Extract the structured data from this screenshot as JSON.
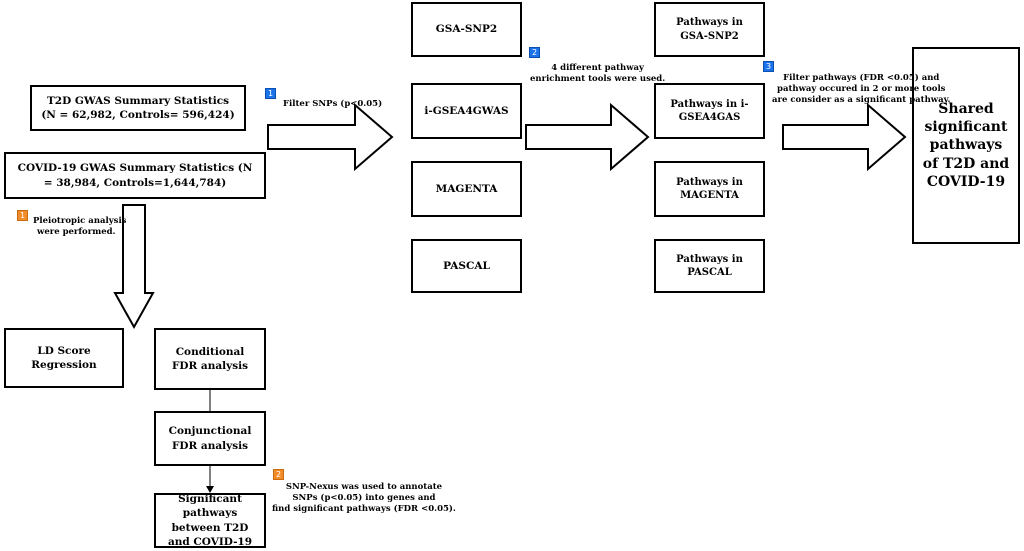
{
  "boxes": {
    "t2d": "T2D GWAS Summary Statistics (N = 62,982, Controls= 596,424)",
    "covid": "COVID-19 GWAS Summary Statistics (N = 38,984, Controls=1,644,784)",
    "gsa_snp2": "GSA-SNP2",
    "igsea": "i-GSEA4GWAS",
    "magenta": "MAGENTA",
    "pascal": "PASCAL",
    "pw_gsa": "Pathways in GSA-SNP2",
    "pw_igsea": "Pathways in i-GSEA4GAS",
    "pw_magenta": "Pathways in MAGENTA",
    "pw_pascal": "Pathways in PASCAL",
    "shared": "Shared significant pathways of T2D and COVID-19",
    "ld": "LD Score Regression",
    "cond_fdr": "Conditional FDR analysis",
    "conj_fdr": "Conjunctional FDR analysis",
    "sig_pathways": "Significant pathways between T2D and COVID-19"
  },
  "notes": {
    "filter_snps": "Filter SNPs (p<0.05)",
    "tools_line1": "4 different pathway",
    "tools_line2": "enrichment tools were used.",
    "filter_pw_line1": "Filter pathways (FDR <0.05) and",
    "filter_pw_line2": "pathway occured in 2 or more tools",
    "filter_pw_line3": "are consider as a significant pathway.",
    "pleio_line1": "Pleiotropic analysis",
    "pleio_line2": "were performed.",
    "snpnexus_line1": "SNP-Nexus was used to annotate",
    "snpnexus_line2": "SNPs (p<0.05) into genes and",
    "snpnexus_line3": "find significant pathways (FDR <0.05)."
  },
  "badges": {
    "blue1": "1",
    "blue2": "2",
    "blue3": "3",
    "orange1": "1",
    "orange2": "2"
  },
  "colors": {
    "blue_badge": "#1a73e8",
    "orange_badge": "#f28c28"
  }
}
